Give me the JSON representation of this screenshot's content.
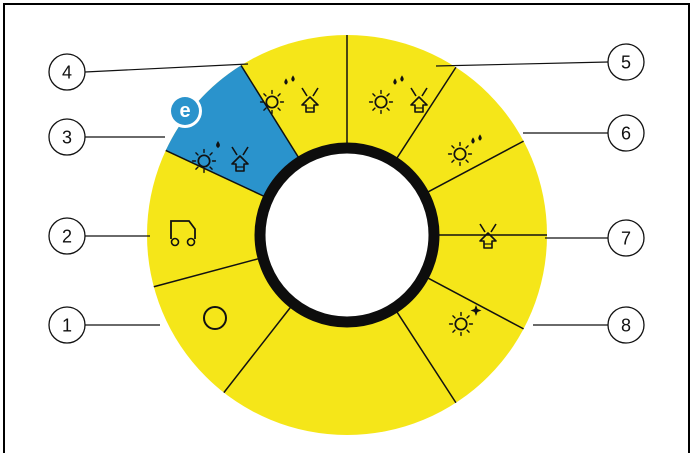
{
  "callouts": [
    {
      "label": "1"
    },
    {
      "label": "2"
    },
    {
      "label": "3"
    },
    {
      "label": "4"
    },
    {
      "label": "5"
    },
    {
      "label": "6"
    },
    {
      "label": "7"
    },
    {
      "label": "8"
    }
  ],
  "segments": [
    {
      "icon": "off-circle-icon",
      "function": "1"
    },
    {
      "icon": "transport-drive-icon",
      "function": "2"
    },
    {
      "icon": "eco-brush-drop-vacuum-icon",
      "function": "3",
      "selected": true
    },
    {
      "icon": "brush-drops-vacuum-icon",
      "function": "4"
    },
    {
      "icon": "brush-drops-vacuum-icon",
      "function": "5"
    },
    {
      "icon": "brush-drops-icon",
      "function": "6"
    },
    {
      "icon": "vacuum-icon",
      "function": "7"
    },
    {
      "icon": "brush-sparkle-icon",
      "function": "8"
    }
  ],
  "eco_badge": {
    "text": "e"
  },
  "colors": {
    "segment": "#f5e619",
    "selected_segment": "#2a93cc",
    "ring": "#0d0d0d",
    "badge": "#2a93cc"
  }
}
